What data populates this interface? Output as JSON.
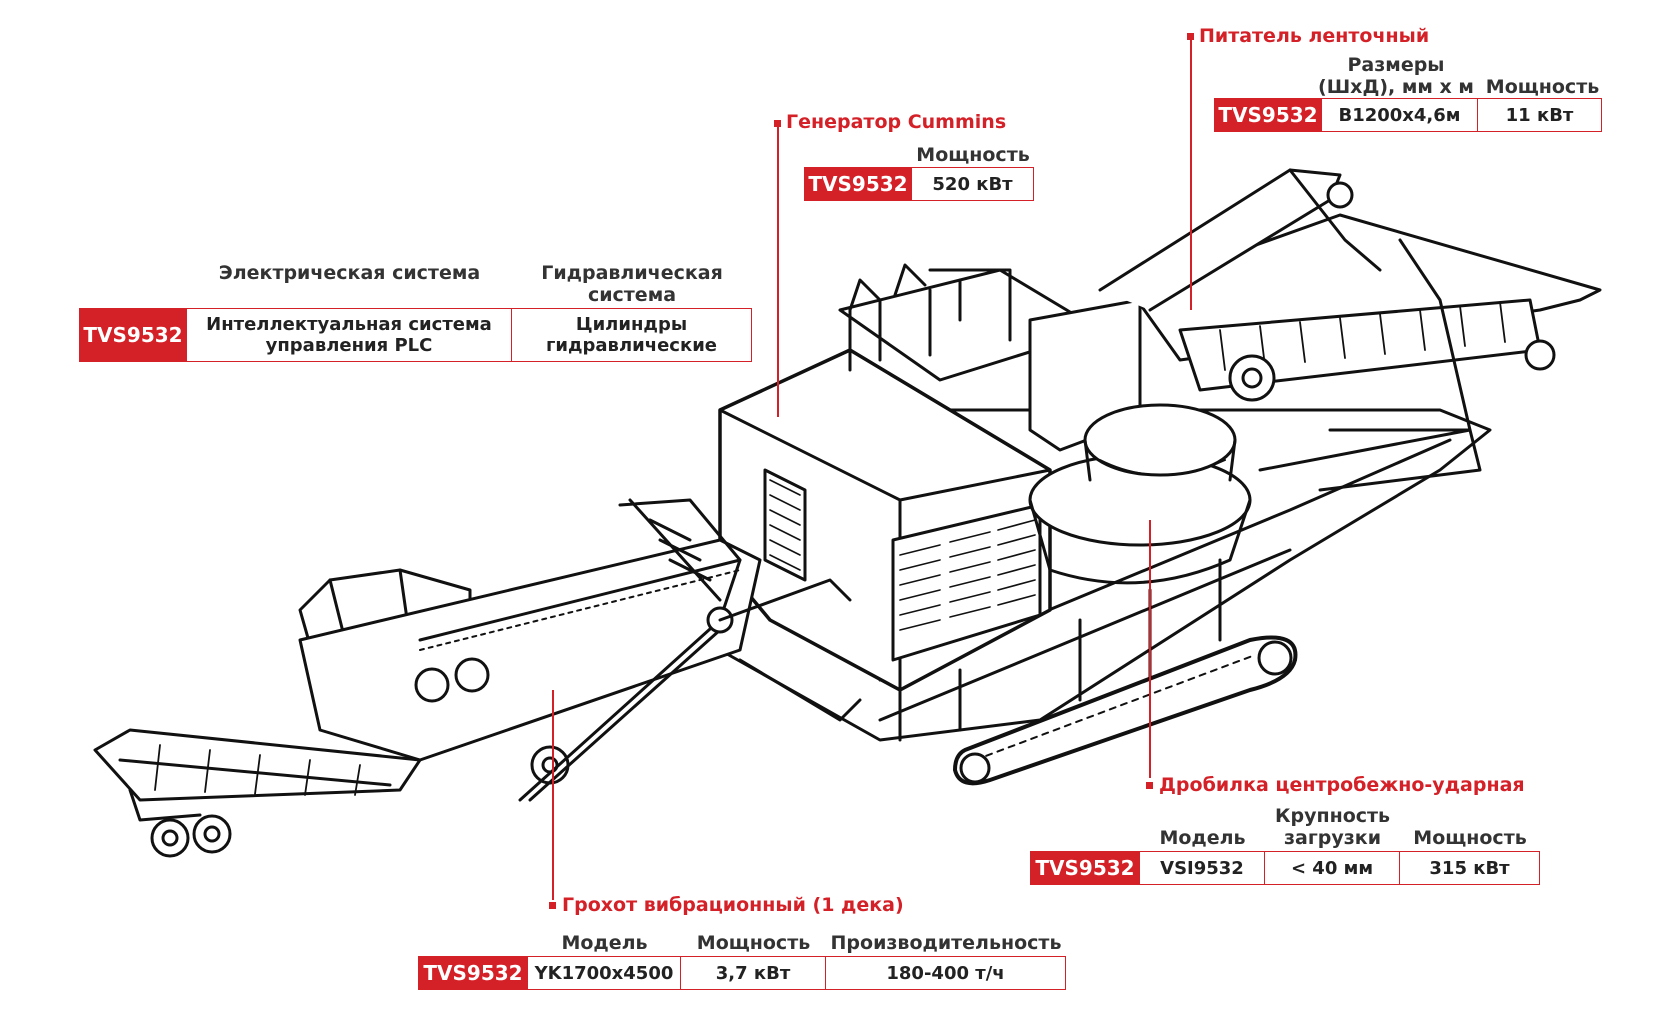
{
  "colors": {
    "accent": "#d42027",
    "text": "#222222",
    "line": "#111111"
  },
  "electric": {
    "badge": "TVS9532",
    "headers": [
      "Электрическая система",
      "Гидравлическая система"
    ],
    "values": [
      "Интеллектуальная система управления PLC",
      "Цилиндры гидравлические"
    ]
  },
  "generator": {
    "title": "Генератор Cummins",
    "badge": "TVS9532",
    "headers": [
      "Мощность"
    ],
    "values": [
      "520 кВт"
    ]
  },
  "feeder": {
    "title": "Питатель ленточный",
    "badge": "TVS9532",
    "headers": [
      "Размеры (ШхД), мм х м",
      "Мощность"
    ],
    "values": [
      "B1200x4,6м",
      "11 кВт"
    ]
  },
  "crusher": {
    "title": "Дробилка центробежно-ударная",
    "badge": "TVS9532",
    "headers": [
      "Модель",
      "Крупность загрузки",
      "Мощность"
    ],
    "values": [
      "VSI9532",
      "< 40 мм",
      "315 кВт"
    ]
  },
  "screen": {
    "title": "Грохот вибрационный (1 дека)",
    "badge": "TVS9532",
    "headers": [
      "Модель",
      "Мощность",
      "Производительность"
    ],
    "values": [
      "YK1700x4500",
      "3,7 кВт",
      "180-400 т/ч"
    ]
  }
}
